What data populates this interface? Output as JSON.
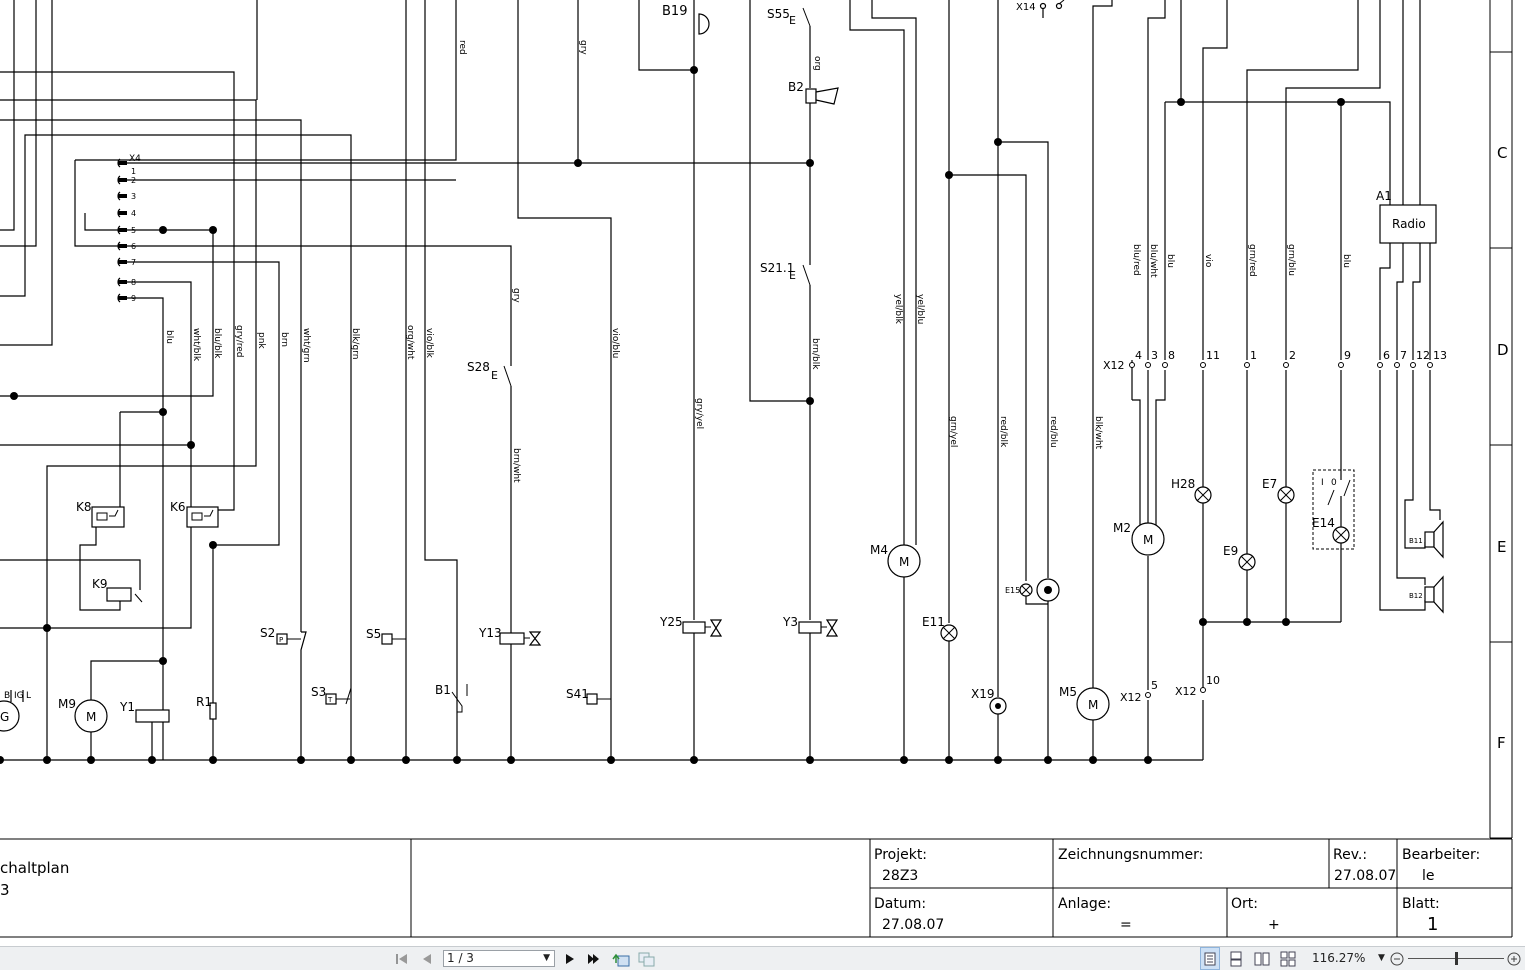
{
  "labels": {
    "B19": "B19",
    "S55": "S55",
    "X14": "X14",
    "B2": "B2",
    "S21_1": "S21.1",
    "S28": "S28",
    "K8": "K8",
    "K6": "K6",
    "K9": "K9",
    "S2": "S2",
    "S5": "S5",
    "S3": "S3",
    "B1": "B1",
    "Y13": "Y13",
    "S41": "S41",
    "Y25": "Y25",
    "Y3": "Y3",
    "M4": "M4",
    "E11": "E11",
    "E15": "E15",
    "X19": "X19",
    "M5": "M5",
    "M2": "M2",
    "H28": "H28",
    "E9": "E9",
    "E7": "E7",
    "E14": "E14",
    "A1": "A1",
    "Radio": "Radio",
    "X12": "X12",
    "X4": "X4",
    "M9": "M9",
    "Y1": "Y1",
    "R1": "R1",
    "B11": "B11",
    "B12": "B12",
    "M": "M",
    "E": "E",
    "G": "G",
    "P": "P",
    "T": "T",
    "i": "I",
    "o": "0",
    "gen_B": "B",
    "gen_IG": "IG",
    "gen_L": "L"
  },
  "x4_pins": [
    "1",
    "2",
    "3",
    "4",
    "5",
    "6",
    "7",
    "8",
    "9"
  ],
  "x12_pins": [
    "4",
    "3",
    "8",
    "11",
    "1",
    "2",
    "9",
    "6",
    "7",
    "12",
    "13",
    "5",
    "10"
  ],
  "wire_colors": {
    "red": "red",
    "gry": "gry",
    "org": "org",
    "blu": "blu",
    "wht_blk": "wht/blk",
    "blu_blk": "blu/blk",
    "gry_red": "gry/red",
    "pnk": "pnk",
    "brn": "brn",
    "wht_grn": "wht/grn",
    "blk_grn": "blk/grn",
    "org_wht": "org/wht",
    "vio_blk": "vio/blk",
    "gry2": "gry",
    "brn_wht": "brn/wht",
    "vio_blu": "vio/blu",
    "gry_yel": "gry/yel",
    "brn_blk": "brn/blk",
    "yel_blk": "yel/blk",
    "yel_blu": "yel/blu",
    "grn_yel": "grn/yel",
    "red_blk": "red/blk",
    "red_blu": "red/blu",
    "blk_wht": "blk/wht",
    "blu_red": "blu/red",
    "blu_wht": "blu/wht",
    "blu2": "blu",
    "vio": "vio",
    "grn_red": "grn/red",
    "grn_blu": "grn/blu",
    "blu3": "blu"
  },
  "grid_rows": [
    "C",
    "D",
    "E",
    "F"
  ],
  "title_block": {
    "title_line1": "chaltplan",
    "title_line2": "3",
    "projekt_label": "Projekt:",
    "projekt_value": "28Z3",
    "zeichnung_label": "Zeichnungsnummer:",
    "rev_label": "Rev.:",
    "rev_value": "27.08.07",
    "bearbeiter_label": "Bearbeiter:",
    "bearbeiter_value": "le",
    "datum_label": "Datum:",
    "datum_value": "27.08.07",
    "anlage_label": "Anlage:",
    "anlage_value": "=",
    "ort_label": "Ort:",
    "ort_value": "+",
    "blatt_label": "Blatt:",
    "blatt_value": "1"
  },
  "toolbar": {
    "page_indicator": "1 / 3",
    "zoom": "116.27%",
    "zoom_fraction": 0.5
  },
  "icons": {
    "first": "first-page-icon",
    "prev": "previous-page-icon",
    "next": "next-page-icon",
    "last": "last-page-icon",
    "back": "go-back-icon",
    "fwd": "go-forward-icon",
    "single": "single-page-icon",
    "continuous": "continuous-page-icon",
    "facing": "facing-pages-icon",
    "cont_facing": "continuous-facing-icon",
    "minus": "zoom-out-icon",
    "plus": "zoom-in-icon"
  }
}
